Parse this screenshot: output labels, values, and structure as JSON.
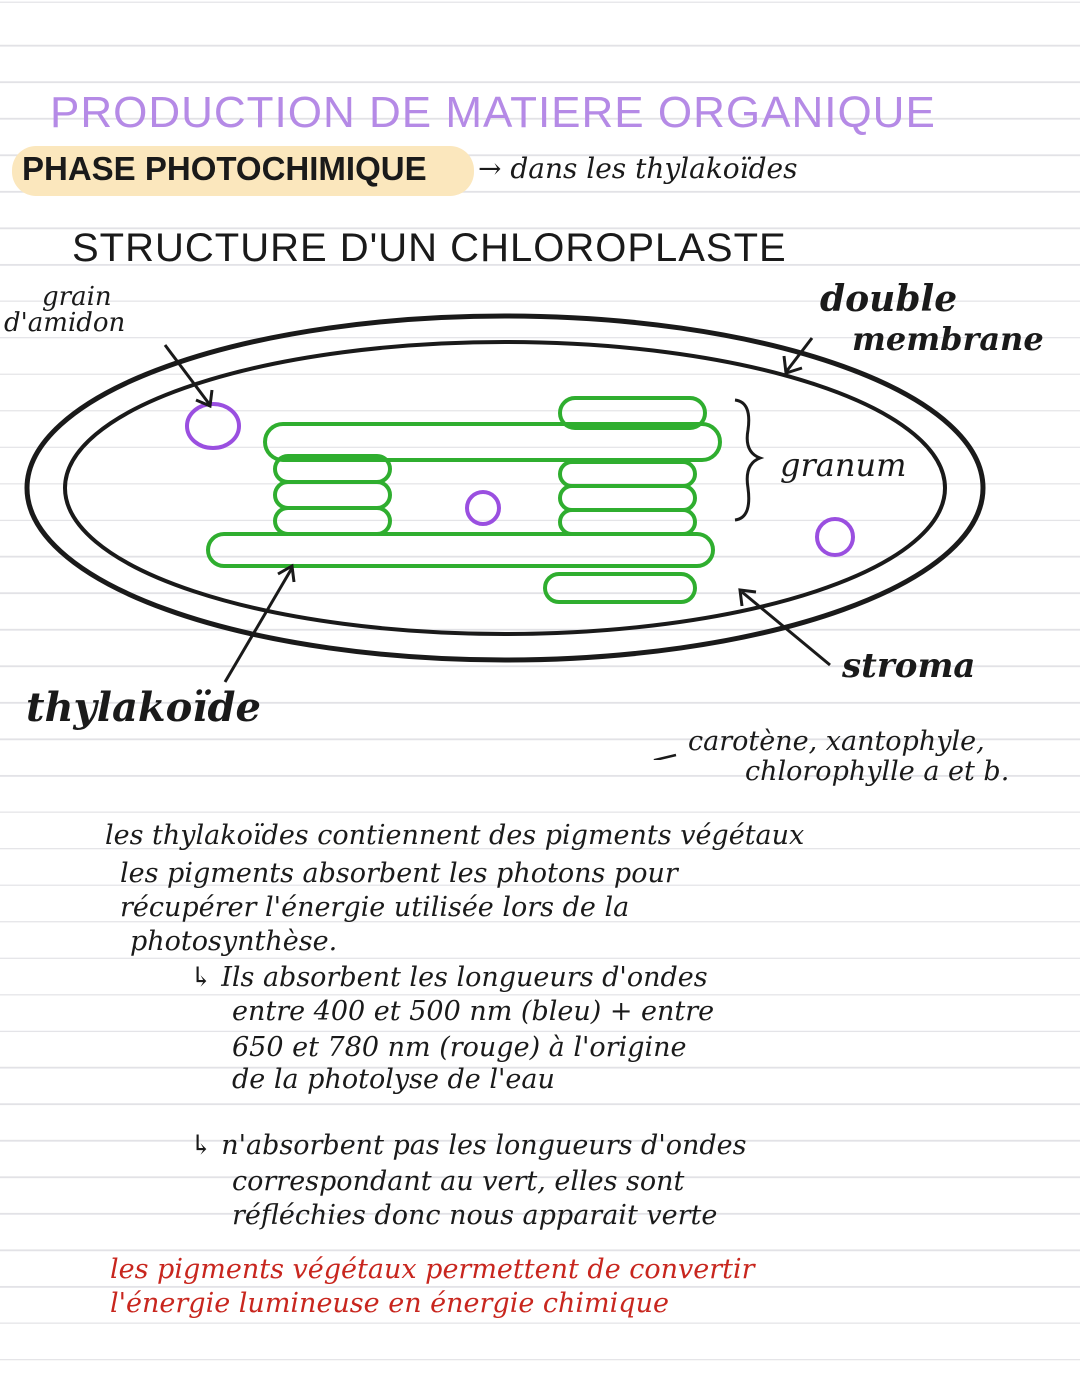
{
  "title": "PRODUCTION DE MATIERE ORGANIQUE",
  "phase": {
    "label": "PHASE PHOTOCHIMIQUE",
    "note": "→ dans les thylakoïdes"
  },
  "diagram": {
    "heading": "STRUCTURE D'UN CHLOROPLASTE",
    "labels": {
      "grain_line1": "grain",
      "grain_line2": "d'amidon",
      "double_line1": "double",
      "double_line2": "membrane",
      "granum": "granum",
      "stroma": "stroma",
      "thylakoide": "thylakoïde"
    },
    "colors": {
      "membrane": "#1a1a1a",
      "thylakoid": "#2fae2f",
      "starch": "#9a4fe0",
      "title": "#b58ae6",
      "highlight": "#fbe7bd",
      "conclusion": "#c8261e"
    }
  },
  "pigments_note": {
    "line1": "carotène, xantophyle,",
    "line2": "chlorophylle a et b."
  },
  "body_lines": [
    "les thylakoïdes contiennent des pigments végétaux",
    "les pigments absorbent les photons pour",
    "récupérer l'énergie utilisée lors de la",
    "photosynthèse."
  ],
  "absorb_lines": [
    "↳ Ils absorbent les longueurs d'ondes",
    "entre 400 et 500 nm (bleu) + entre",
    "650 et 780 nm (rouge) à l'origine",
    "de la photolyse de l'eau"
  ],
  "not_absorb_lines": [
    "↳ n'absorbent pas les longueurs d'ondes",
    "correspondant au vert, elles sont",
    "réfléchies donc nous apparait verte"
  ],
  "conclusion_lines": [
    "les pigments végétaux permettent de convertir",
    "l'énergie lumineuse en énergie chimique"
  ]
}
